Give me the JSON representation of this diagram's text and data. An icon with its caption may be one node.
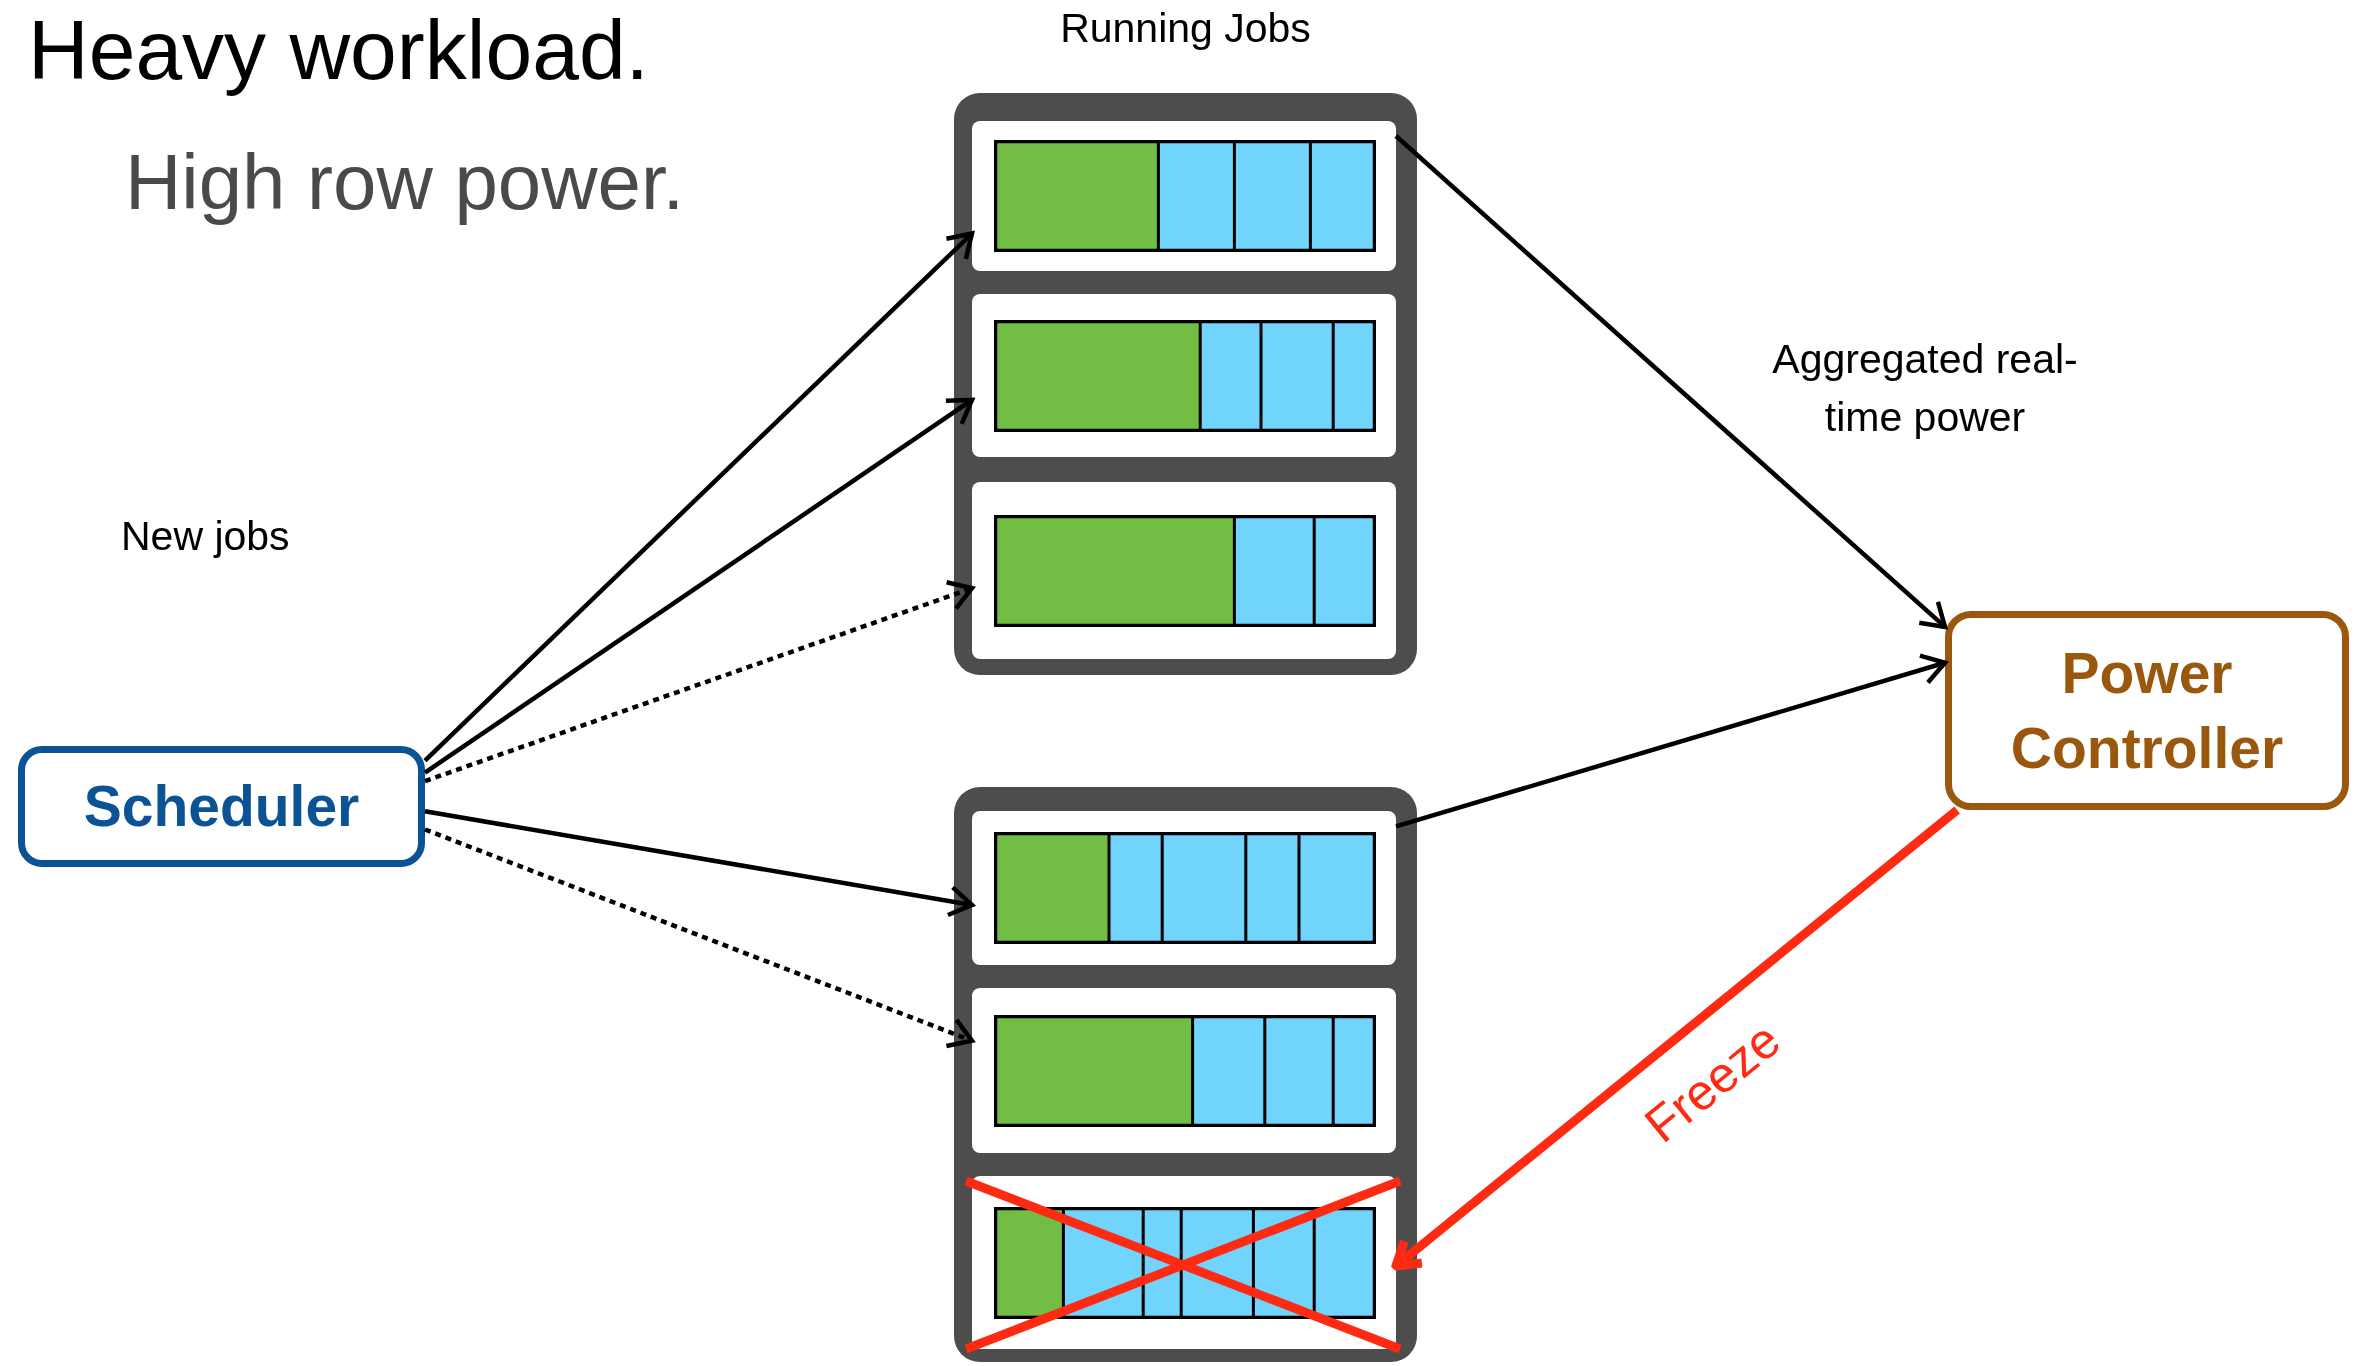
{
  "diagram": {
    "title": "Heavy workload.",
    "nodes": [
      {
        "text": [
          "Scheduler"
        ]
      },
      {
        "text": [
          "Power Controller"
        ]
      },
      {
        "text": [],
        "shape": "box",
        "beside": [
          "Running Jobs"
        ]
      },
      {
        "text": [],
        "shape": "box",
        "in": 2
      },
      {
        "text": [],
        "shape": "box",
        "in": 2
      },
      {
        "text": [],
        "shape": "box",
        "in": 2
      },
      {
        "text": [],
        "shape": "box"
      },
      {
        "text": [],
        "shape": "box",
        "in": 6
      },
      {
        "text": [],
        "shape": "box",
        "in": 6
      },
      {
        "text": [],
        "shape": "box",
        "in": 6
      }
    ],
    "edges": [
      {
        "from": 0,
        "to": 3,
        "arrow": "to"
      },
      {
        "from": 0,
        "to": 4,
        "arrow": "to"
      },
      {
        "from": 0,
        "to": 5,
        "arrow": "to",
        "style": "dashed"
      },
      {
        "from": 0,
        "to": 7,
        "arrow": "to"
      },
      {
        "from": 0,
        "to": 8,
        "arrow": "to",
        "style": "dashed"
      },
      {
        "from": 3,
        "to": 1,
        "arrow": "to"
      },
      {
        "from": 7,
        "to": 1,
        "arrow": "to"
      },
      {
        "from": 1,
        "to": 9,
        "arrow": "to",
        "style": "thick",
        "color": "#ff2a12",
        "label": "Freeze"
      }
    ],
    "labels": [
      "High row power.",
      "New jobs",
      "Aggregated real-time power"
    ]
  }
}
